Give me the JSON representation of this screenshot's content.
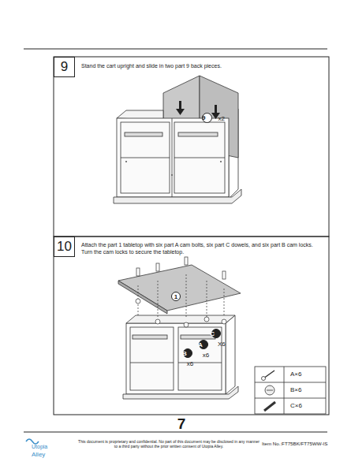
{
  "diagram": {
    "nodes": [
      {
        "text": [
          "9"
        ]
      },
      {
        "text": [
          "9",
          "x2"
        ]
      },
      {
        "text": [
          "10"
        ]
      },
      {
        "text": [
          "1"
        ]
      },
      {
        "text": [
          "B",
          "x6"
        ]
      },
      {
        "text": [
          "A",
          "x6"
        ]
      },
      {
        "text": [
          "C",
          "X6"
        ]
      }
    ],
    "labels": [
      "Stand the cart upright and slide in two part 9 back pieces.",
      "Attach the part 1 tabletop with six part A cam bolts, six part C dowels, and six part B cam locks. Turn the cam locks to secure the tabletop.",
      "7",
      "Utopia",
      "Alley",
      "This document is proprietary and confidential. No part of this document may be disclosed in any manner to a third party without the prior written consent of Utopia Alley.",
      "Item No.:FT75BK/FT75WW-IS"
    ],
    "legend": [
      {
        "text": "A×6"
      },
      {
        "text": "B×6"
      },
      {
        "text": "C×6"
      }
    ]
  }
}
